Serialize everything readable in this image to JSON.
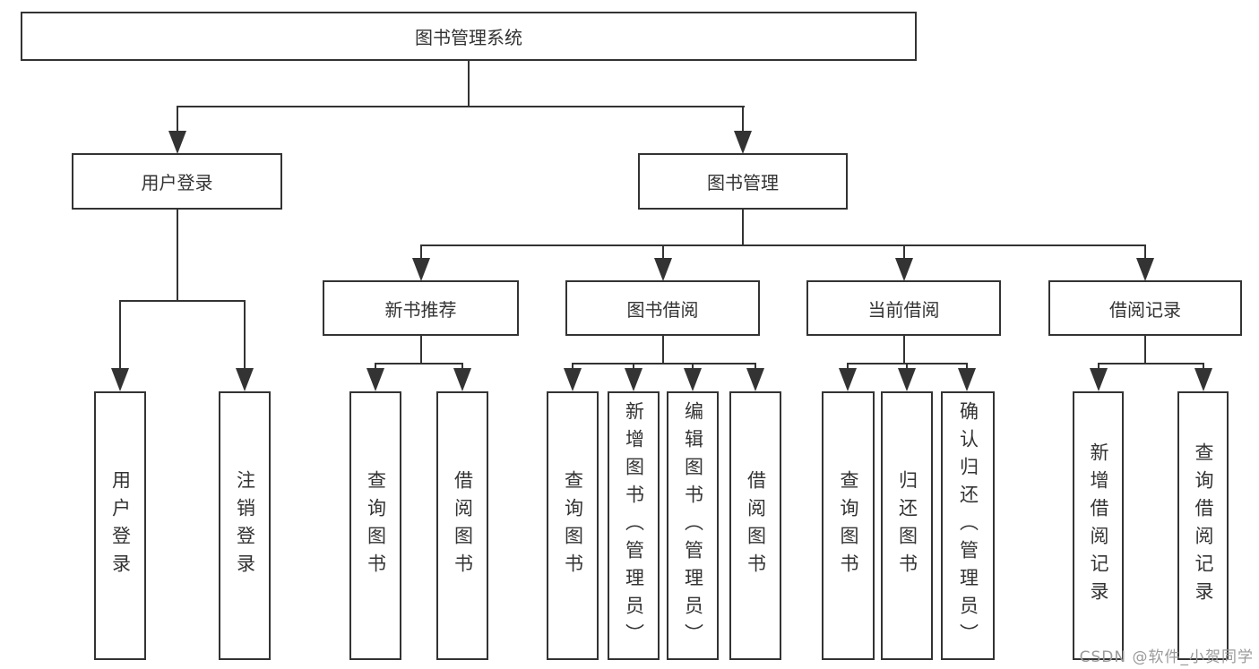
{
  "diagram": {
    "root": {
      "label": "图书管理系统"
    },
    "branches": [
      {
        "label": "用户登录",
        "leaves": [
          {
            "label": "用户登录"
          },
          {
            "label": "注销登录"
          }
        ]
      },
      {
        "label": "图书管理",
        "children": [
          {
            "label": "新书推荐",
            "leaves": [
              {
                "label": "查询图书"
              },
              {
                "label": "借阅图书"
              }
            ]
          },
          {
            "label": "图书借阅",
            "leaves": [
              {
                "label": "查询图书"
              },
              {
                "label": "新增图书（管理员）"
              },
              {
                "label": "编辑图书（管理员）"
              },
              {
                "label": "借阅图书"
              }
            ]
          },
          {
            "label": "当前借阅",
            "leaves": [
              {
                "label": "查询图书"
              },
              {
                "label": "归还图书"
              },
              {
                "label": "确认归还（管理员）"
              }
            ]
          },
          {
            "label": "借阅记录",
            "leaves": [
              {
                "label": "新增借阅记录"
              },
              {
                "label": "查询借阅记录"
              }
            ]
          }
        ]
      }
    ]
  },
  "watermark": {
    "text": "CSDN @软件_小贺同学"
  },
  "colors": {
    "line": "#333333",
    "background": "#ffffff",
    "watermark_text": "#9a9a9a"
  }
}
